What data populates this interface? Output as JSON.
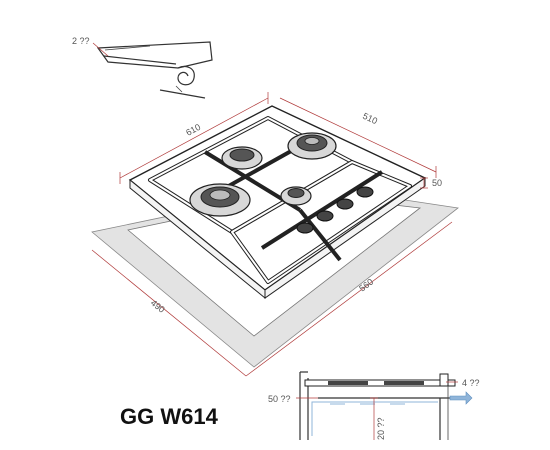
{
  "model": "GG W614",
  "top_detail": {
    "label": "2 ??"
  },
  "hob_dimensions": {
    "depth": "510",
    "width": "610",
    "height": "50"
  },
  "cutout_dimensions": {
    "depth": "490",
    "width": "560"
  },
  "vent_detail": {
    "gap_left": "50 ??",
    "gap_right": "4 ??",
    "min_gap": "20 ??"
  },
  "colors": {
    "dimension_line": "#b03a3a",
    "airflow": "#8fb4d9",
    "line": "#333333",
    "cutout_fill": "#e3e3e3"
  }
}
